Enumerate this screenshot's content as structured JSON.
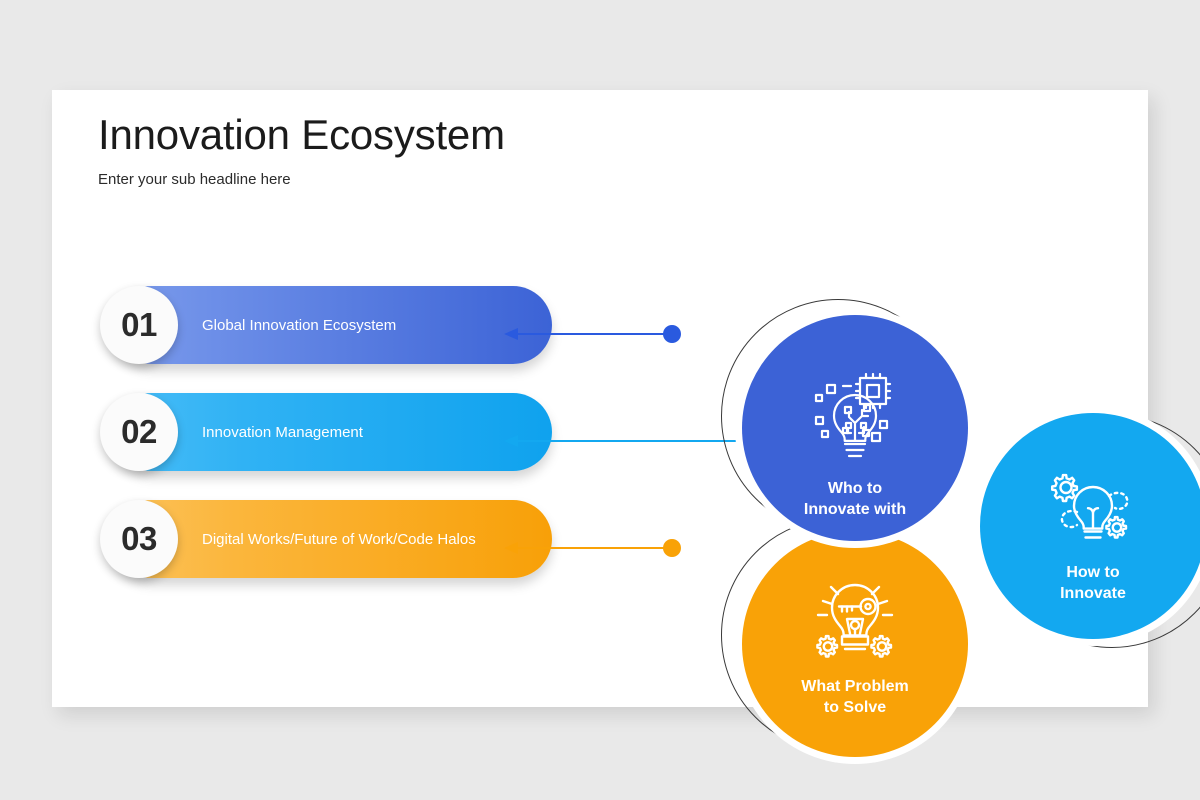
{
  "slide": {
    "title": "Innovation Ecosystem",
    "subtitle": "Enter your sub headline here",
    "background_color": "#e9e9e9",
    "card_color": "#ffffff"
  },
  "palette": {
    "blue": "#3c62d6",
    "cyan": "#13a8f0",
    "orange": "#f9a207",
    "ring_outline": "#3a3a3a",
    "number_text": "#2b2b2b",
    "label_text": "#ffffff"
  },
  "steps": [
    {
      "number": "01",
      "label": "Global Innovation Ecosystem",
      "color": "#3c62d6",
      "gradient_from": "#7d9ceb",
      "gradient_to": "#3c63d6"
    },
    {
      "number": "02",
      "label": "Innovation Management",
      "color": "#13a8f0",
      "gradient_from": "#49bdf7",
      "gradient_to": "#0fa2ee"
    },
    {
      "number": "03",
      "label": "Digital Works/Future of Work/Code Halos",
      "color": "#f9a207",
      "gradient_from": "#fcc35c",
      "gradient_to": "#f8a008"
    }
  ],
  "circles": [
    {
      "caption": "Who to\nInnovate with",
      "color": "#3c62d6",
      "icon": "lightbulb-circuit-chip-icon"
    },
    {
      "caption": "How to\nInnovate",
      "color": "#13a8f0",
      "icon": "lightbulb-gears-icon"
    },
    {
      "caption": "What Problem\nto Solve",
      "color": "#f9a207",
      "icon": "lightbulb-key-gears-icon"
    }
  ],
  "connectors": [
    {
      "name": "connector-step-1",
      "color": "#2a5adf",
      "direction": "left"
    },
    {
      "name": "connector-step-2",
      "color": "#13a8f0",
      "direction": "left"
    },
    {
      "name": "connector-step-3",
      "color": "#f9a207",
      "direction": "left"
    },
    {
      "name": "connector-right-node",
      "color": "#13a8f0",
      "direction": "right"
    }
  ]
}
